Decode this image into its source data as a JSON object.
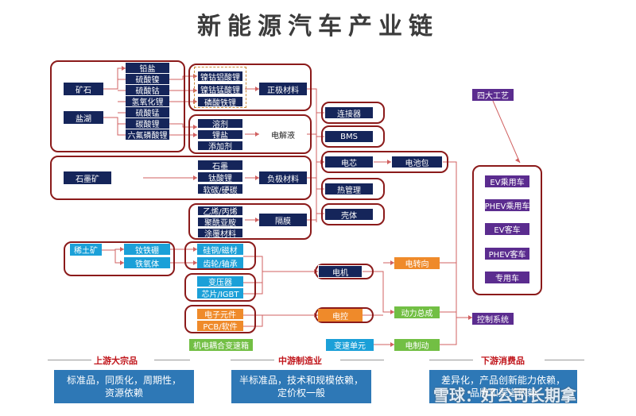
{
  "title": "新能源汽车产业链",
  "nodes": {
    "ore": "矿石",
    "salt_lake": "盐湖",
    "lead_salt": "铅盐",
    "nickel_sulfate": "硫酸镍",
    "cobalt_sulfate": "硫酸钴",
    "lithium_hydroxide": "氢氧化锂",
    "manganese_sulfate": "硫酸锰",
    "lithium_carbonate": "碳酸锂",
    "lipf6": "六氟磷酸锂",
    "nca": "镍钴铝酸锂",
    "ncm": "镍钴锰酸锂",
    "lfp": "磷酸铁锂",
    "cathode": "正极材料",
    "solvent": "溶剂",
    "li_salt": "锂盐",
    "additive": "添加剂",
    "electrolyte": "电解液",
    "graphite_ore": "石墨矿",
    "graphite": "石墨",
    "lto": "钛酸锂",
    "soft_hard_carbon": "软碳/硬碳",
    "anode": "负极材料",
    "pe_pp": "乙烯/丙烯",
    "polyimide": "聚酰亚胺",
    "coating": "涂覆材料",
    "separator": "隔膜",
    "connector": "连接器",
    "bms": "BMS",
    "cell": "电芯",
    "thermal": "热管理",
    "pack": "电池包",
    "housing": "壳体",
    "rare_earth_ore": "稀土矿",
    "ndfeb": "钕铁硼",
    "ferrite": "铁氧体",
    "silicon_steel": "硅钢/磁材",
    "gear_bearing": "齿轮/轴承",
    "motor": "电机",
    "transformer": "变压器",
    "chip_igbt": "芯片/IGBT",
    "electronics": "电子元件",
    "pcb_software": "PCB/软件",
    "controller": "电控",
    "e_steering": "电转向",
    "powertrain": "动力总成",
    "electromech_transmission": "机电耦合变速箱",
    "transmission_unit": "变速单元",
    "e_brake": "电制动",
    "four_processes": "四大工艺",
    "ev_car": "EV乘用车",
    "phev_car": "PHEV乘用车",
    "ev_bus": "EV客车",
    "phev_bus": "PHEV客车",
    "special_vehicle": "专用车",
    "control_system": "控制系统"
  },
  "sections": {
    "upstream_label": "上游大宗品",
    "midstream_label": "中游制造业",
    "downstream_label": "下游消费品",
    "upstream_desc_1": "标准品，同质化，周期性，",
    "upstream_desc_2": "资源依赖",
    "midstream_desc_1": "半标准品，技术和规模依赖，",
    "midstream_desc_2": "定价权一般",
    "downstream_desc_1": "差异化，产品创新能力依赖，",
    "downstream_desc_2": "品牌和渠道依赖"
  },
  "watermark": "雪球：好公司长期拿",
  "colors": {
    "navy": "#15255a",
    "dark_red": "#8b1a1a",
    "cyan": "#1ba0d8",
    "orange": "#ef8a2a",
    "green": "#72bf44",
    "purple": "#5b2c8f",
    "section_red": "#c0151b",
    "desc_blue": "#2e78b6"
  }
}
